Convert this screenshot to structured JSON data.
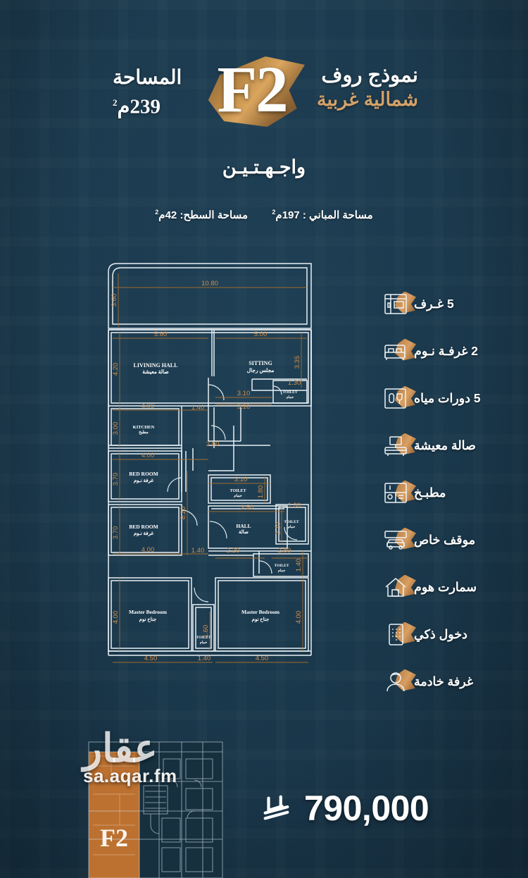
{
  "header": {
    "logo": "F2",
    "model_line1": "نموذج روف",
    "model_line2": "شمالية غربية",
    "area_label": "المساحة",
    "area_value": "239م",
    "area_sup": "2",
    "subtitle": "واجـهـتـيـن"
  },
  "areas": {
    "buildings_label": "مساحة المباني :",
    "buildings_value": "197م",
    "buildings_sup": "2",
    "roof_label": "مساحة السطح:",
    "roof_value": "42م",
    "roof_sup": "2"
  },
  "features": [
    {
      "label": "5 غـرف",
      "icon": "rooms-icon"
    },
    {
      "label": "2 غرفـة نـوم",
      "icon": "bedroom-icon"
    },
    {
      "label": "5 دورات مياه",
      "icon": "bathroom-icon"
    },
    {
      "label": "صالة معيشة",
      "icon": "living-hall-icon"
    },
    {
      "label": "مطبـخ",
      "icon": "kitchen-icon"
    },
    {
      "label": "موقف خاص",
      "icon": "parking-icon"
    },
    {
      "label": "سمارت هوم",
      "icon": "smart-home-icon"
    },
    {
      "label": "دخول ذكي",
      "icon": "smart-entry-icon"
    },
    {
      "label": "غرفة خادمة",
      "icon": "maid-room-icon"
    }
  ],
  "floorplan": {
    "rooms": [
      {
        "en": "LIVINING HALL",
        "ar": "صالة معيشة"
      },
      {
        "en": "SITTING",
        "ar": "مجلس رجال"
      },
      {
        "en": "KITCHEN",
        "ar": "مطبخ"
      },
      {
        "en": "BED ROOM",
        "ar": "غرفة نـوم"
      },
      {
        "en": "BED ROOM",
        "ar": "غرفة نـوم"
      },
      {
        "en": "Master Bedroom",
        "ar": "جناح نوم"
      },
      {
        "en": "Master Bedroom",
        "ar": "جناح نوم"
      },
      {
        "en": "HALL",
        "ar": "صالة"
      },
      {
        "en": "TOILET",
        "ar": "حمام"
      },
      {
        "en": "TOILET",
        "ar": "حمام"
      },
      {
        "en": "TOILET",
        "ar": "حمام"
      },
      {
        "en": "TOILET",
        "ar": "حمام"
      },
      {
        "en": "TOILET",
        "ar": "حمام"
      }
    ],
    "dimensions": {
      "top_overall": "10.80",
      "terrace_depth": "3.60",
      "living_width": "5.60",
      "sitting_width": "5.00",
      "living_depth": "4.20",
      "sitting_depth": "3.35",
      "kitchen_width": "4.00",
      "kitchen_depth": "3.00",
      "corridor_a": "3.10",
      "corridor_b": "3.10",
      "narrow_1": "1.40",
      "guest_toilet": "1.30",
      "stair_width": "2.90",
      "bedroom_width": "4.00",
      "bedroom_depth": "3.70",
      "bedroom2_width": "4.00",
      "bedroom2_depth": "3.70",
      "mid_vertical": "8.20",
      "toilet_w": "3.10",
      "toilet_d": "1.80",
      "hall_width": "3.50",
      "side_toilet_w": "1.30",
      "side_toilet_d": "2.10",
      "narrow_2": "1.40",
      "inner_a": "2.20",
      "inner_b": "2.80",
      "inner_c": "1.40",
      "master_depth": "4.00",
      "master2_depth": "4.00",
      "master_width": "4.50",
      "master2_width": "4.50",
      "bottom_narrow": "1.40",
      "small_toilet": "1.60"
    }
  },
  "watermark": {
    "arabic": "عقار",
    "url": "sa.aqar.fm",
    "unit_tag": "F2"
  },
  "price": {
    "currency_symbol": "SAR",
    "amount": "790,000"
  },
  "colors": {
    "background": "#1b3a4f",
    "accent_gold": "#d2a169",
    "accent_orange": "#d4763a",
    "plan_line": "#e8f0f4",
    "dimension_text": "#c98a48",
    "text_white": "#ffffff"
  }
}
